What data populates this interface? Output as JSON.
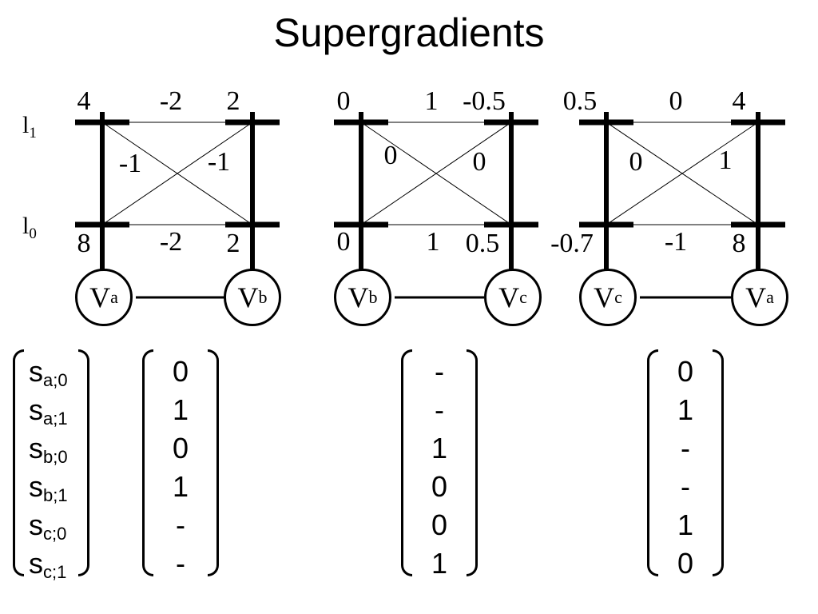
{
  "title": "Supergradients",
  "labels": {
    "l1_main": "l",
    "l1_sub": "1",
    "l0_main": "l",
    "l0_sub": "0"
  },
  "panels": [
    {
      "nodes": [
        {
          "main": "V",
          "sub": "a"
        },
        {
          "main": "V",
          "sub": "b"
        }
      ],
      "top_left": "4",
      "top_mid": "-2",
      "top_right": "2",
      "cross_left": "-1",
      "cross_right": "-1",
      "bot_left": "8",
      "bot_mid": "-2",
      "bot_right": "2"
    },
    {
      "nodes": [
        {
          "main": "V",
          "sub": "b"
        },
        {
          "main": "V",
          "sub": "c"
        }
      ],
      "top_left": "0",
      "top_mid": "1",
      "top_right": "-0.5",
      "cross_left": "0",
      "cross_right": "0",
      "bot_left": "0",
      "bot_mid": "1",
      "bot_right": "0.5"
    },
    {
      "nodes": [
        {
          "main": "V",
          "sub": "c"
        },
        {
          "main": "V",
          "sub": "a"
        }
      ],
      "top_left": "0.5",
      "top_mid": "0",
      "top_right": "4",
      "cross_left": "0",
      "cross_right": "1",
      "bot_left": "-0.7",
      "bot_mid": "-1",
      "bot_right": "8"
    }
  ],
  "vector_labels": [
    {
      "main": "s",
      "sub": "a;0"
    },
    {
      "main": "s",
      "sub": "a;1"
    },
    {
      "main": "s",
      "sub": "b;0"
    },
    {
      "main": "s",
      "sub": "b;1"
    },
    {
      "main": "s",
      "sub": "c;0"
    },
    {
      "main": "s",
      "sub": "c;1"
    }
  ],
  "vectors": [
    [
      "0",
      "1",
      "0",
      "1",
      "-",
      "-"
    ],
    [
      "-",
      "-",
      "1",
      "0",
      "0",
      "1"
    ],
    [
      "0",
      "1",
      "-",
      "-",
      "1",
      "0"
    ]
  ]
}
